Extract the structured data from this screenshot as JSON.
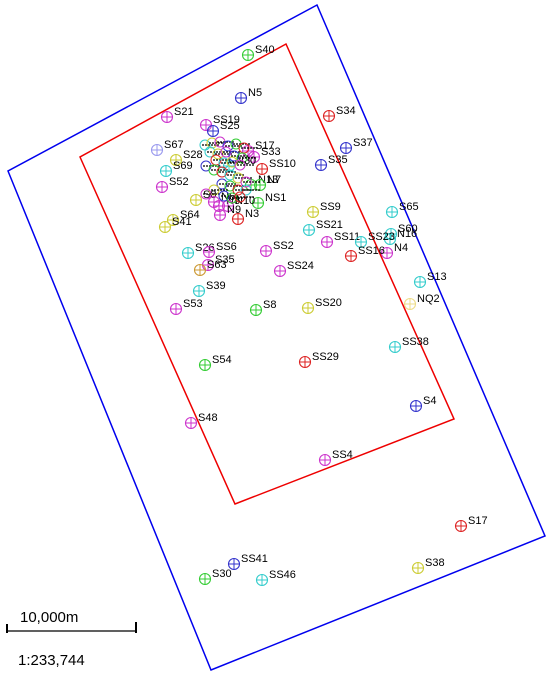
{
  "scale_bar": {
    "distance_label": "10,000m",
    "ratio_label": "1:233,744"
  },
  "outline_colors": {
    "outer": "#0000ee",
    "inner": "#ee0000"
  },
  "markers": [
    {
      "label": "S40",
      "color": "#33cc33"
    },
    {
      "label": "N5",
      "color": "#3333cc"
    },
    {
      "label": "S34",
      "color": "#dd2222"
    },
    {
      "label": "S21",
      "color": "#cc33cc"
    },
    {
      "label": "SS19",
      "color": "#cc33cc"
    },
    {
      "label": "S25",
      "color": "#3333cc"
    },
    {
      "label": "S37",
      "color": "#3333cc"
    },
    {
      "label": "S67",
      "color": "#9999ee"
    },
    {
      "label": "S35",
      "color": "#3333cc"
    },
    {
      "label": "S17",
      "color": "#cc33cc"
    },
    {
      "label": "S33",
      "color": "#cc33cc"
    },
    {
      "label": "S28",
      "color": "#cccc33"
    },
    {
      "label": "SS10",
      "color": "#dd2222"
    },
    {
      "label": "N30",
      "color": "#33cccc"
    },
    {
      "label": "S69",
      "color": "#33cccc"
    },
    {
      "label": "N13",
      "color": "#33cc33"
    },
    {
      "label": "N7",
      "color": "#33cc33"
    },
    {
      "label": "S52",
      "color": "#cc33cc"
    },
    {
      "label": "S8",
      "color": "#cccc33"
    },
    {
      "label": "N6",
      "color": "#cc33cc"
    },
    {
      "label": "NS1",
      "color": "#33cc33"
    },
    {
      "label": "N8",
      "color": "#cc33cc"
    },
    {
      "label": "N10",
      "color": "#cc33cc"
    },
    {
      "label": "N9",
      "color": "#cc33cc"
    },
    {
      "label": "N3",
      "color": "#dd2222"
    },
    {
      "label": "SS9",
      "color": "#cccc33"
    },
    {
      "label": "S65",
      "color": "#33cccc"
    },
    {
      "label": "S64",
      "color": "#cccc33"
    },
    {
      "label": "S41",
      "color": "#cccc33"
    },
    {
      "label": "SS21",
      "color": "#33cccc"
    },
    {
      "label": "S60",
      "color": "#33cccc"
    },
    {
      "label": "N16",
      "color": "#33cccc"
    },
    {
      "label": "SS11",
      "color": "#cc33cc"
    },
    {
      "label": "SS23",
      "color": "#33cccc"
    },
    {
      "label": "N4",
      "color": "#cc33cc"
    },
    {
      "label": "SS16",
      "color": "#dd2222"
    },
    {
      "label": "S26",
      "color": "#33cccc"
    },
    {
      "label": "SS6",
      "color": "#cc33cc"
    },
    {
      "label": "SS2",
      "color": "#cc33cc"
    },
    {
      "label": "S35",
      "color": "#cc33cc"
    },
    {
      "label": "S63",
      "color": "#cc9933"
    },
    {
      "label": "SS24",
      "color": "#cc33cc"
    },
    {
      "label": "S13",
      "color": "#33cccc"
    },
    {
      "label": "S39",
      "color": "#33cccc"
    },
    {
      "label": "NQ2",
      "color": "#eedd88"
    },
    {
      "label": "S53",
      "color": "#cc33cc"
    },
    {
      "label": "S8",
      "color": "#33cc33"
    },
    {
      "label": "SS20",
      "color": "#cccc33"
    },
    {
      "label": "SS38",
      "color": "#33cccc"
    },
    {
      "label": "S54",
      "color": "#33cc33"
    },
    {
      "label": "SS29",
      "color": "#dd2222"
    },
    {
      "label": "S4",
      "color": "#3333cc"
    },
    {
      "label": "S48",
      "color": "#cc33cc"
    },
    {
      "label": "SS4",
      "color": "#cc33cc"
    },
    {
      "label": "S17",
      "color": "#dd2222"
    },
    {
      "label": "SS41",
      "color": "#3333cc"
    },
    {
      "label": "S38",
      "color": "#cccc33"
    },
    {
      "label": "S30",
      "color": "#33cc33"
    },
    {
      "label": "SS46",
      "color": "#33cccc"
    }
  ]
}
